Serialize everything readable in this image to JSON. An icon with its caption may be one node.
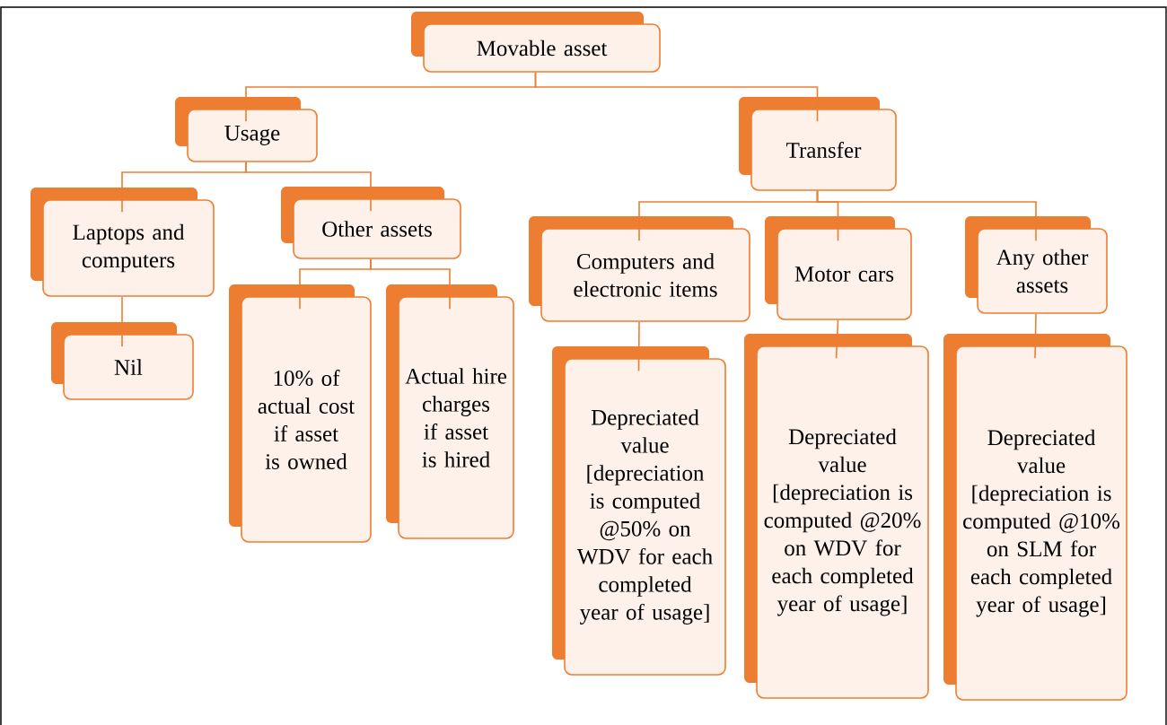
{
  "diagram": {
    "nodes": [
      {
        "text": [
          "Movable asset"
        ]
      },
      {
        "text": [
          "Usage"
        ]
      },
      {
        "text": [
          "Transfer"
        ]
      },
      {
        "text": [
          "Laptops and computers"
        ]
      },
      {
        "text": [
          "Other assets"
        ]
      },
      {
        "text": [
          "Computers and electronic items"
        ]
      },
      {
        "text": [
          "Motor cars"
        ]
      },
      {
        "text": [
          "Any other assets"
        ]
      },
      {
        "text": [
          "Nil"
        ]
      },
      {
        "text": [
          "10% of actual cost if asset is owned"
        ]
      },
      {
        "text": [
          "Actual hire charges if asset is hired"
        ]
      },
      {
        "text": [
          "Depreciated value [depreciation is computed @50% on WDV for each completed year of usage]"
        ]
      },
      {
        "text": [
          "Depreciated value [depreciation is computed @20% on WDV for each completed year of usage]"
        ]
      },
      {
        "text": [
          "Depreciated value [depreciation is computed @10% on SLM for each completed year of usage]"
        ]
      }
    ],
    "edges": [
      {
        "from": 0,
        "to": 1,
        "arrow": "none"
      },
      {
        "from": 0,
        "to": 2,
        "arrow": "none"
      },
      {
        "from": 1,
        "to": 3,
        "arrow": "none"
      },
      {
        "from": 1,
        "to": 4,
        "arrow": "none"
      },
      {
        "from": 2,
        "to": 5,
        "arrow": "none"
      },
      {
        "from": 2,
        "to": 6,
        "arrow": "none"
      },
      {
        "from": 2,
        "to": 7,
        "arrow": "none"
      },
      {
        "from": 3,
        "to": 8,
        "arrow": "none"
      },
      {
        "from": 4,
        "to": 9,
        "arrow": "none"
      },
      {
        "from": 4,
        "to": 10,
        "arrow": "none"
      },
      {
        "from": 5,
        "to": 11,
        "arrow": "none"
      },
      {
        "from": 6,
        "to": 12,
        "arrow": "none"
      },
      {
        "from": 7,
        "to": 13,
        "arrow": "none"
      }
    ]
  }
}
